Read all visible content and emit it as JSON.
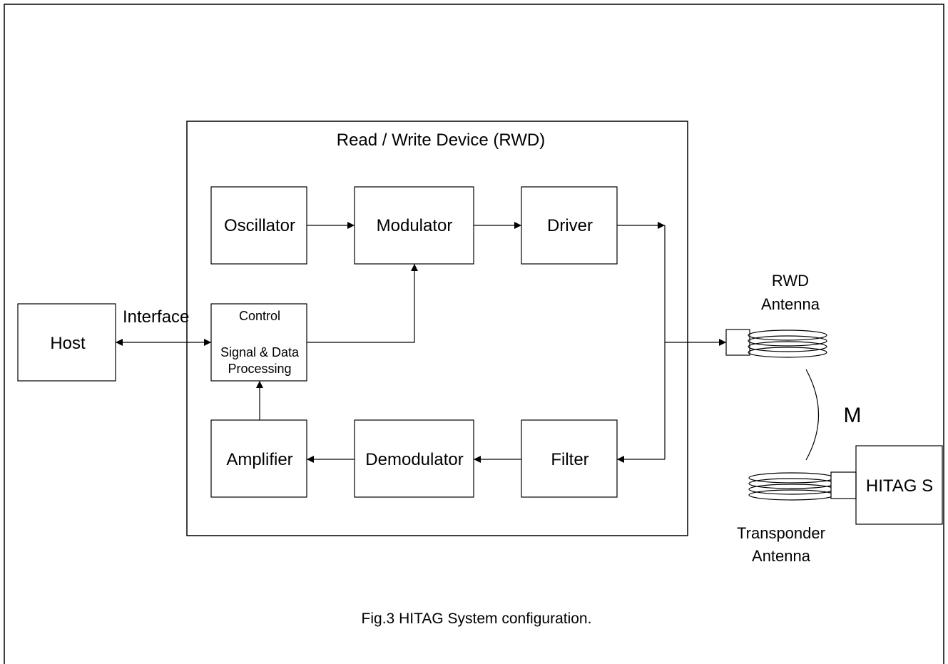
{
  "diagram": {
    "rwd_title": "Read / Write Device (RWD)",
    "blocks": {
      "host": "Host",
      "oscillator": "Oscillator",
      "modulator": "Modulator",
      "driver": "Driver",
      "control_line1": "Control",
      "control_line2": "Signal & Data",
      "control_line3": "Processing",
      "amplifier": "Amplifier",
      "demodulator": "Demodulator",
      "filter": "Filter",
      "hitag": "HITAG S"
    },
    "labels": {
      "interface": "Interface",
      "rwd_antenna_line1": "RWD",
      "rwd_antenna_line2": "Antenna",
      "transponder_antenna_line1": "Transponder",
      "transponder_antenna_line2": "Antenna",
      "coupling": "M"
    },
    "caption": "Fig.3  HITAG System configuration."
  },
  "colors": {
    "stroke": "#000000",
    "background": "#ffffff"
  }
}
